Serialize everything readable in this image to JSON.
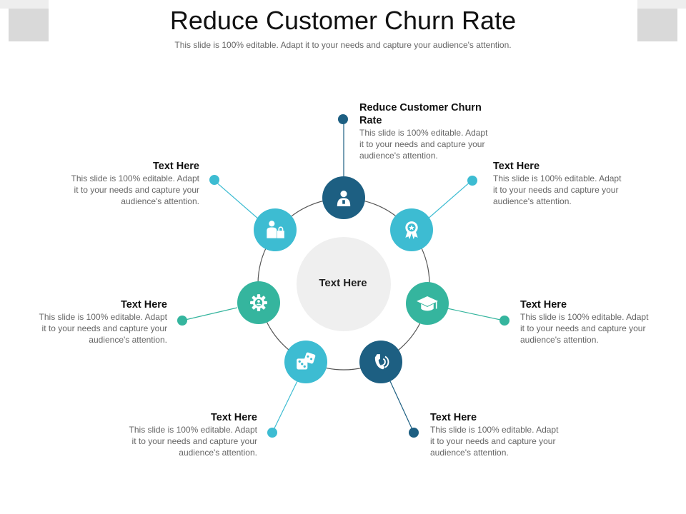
{
  "header": {
    "title": "Reduce Customer Churn Rate",
    "subtitle": "This slide is 100% editable. Adapt it to your needs and capture your audience's attention."
  },
  "center_label": "Text Here",
  "colors": {
    "dark": "#1d5f82",
    "light": "#3dbcd2",
    "teal": "#35b59e",
    "ring": "#555555",
    "center": "#efefef"
  },
  "nodes": [
    {
      "icon": "user-id-badge-icon",
      "color": "dark"
    },
    {
      "icon": "award-ribbon-icon",
      "color": "light"
    },
    {
      "icon": "graduation-cap-icon",
      "color": "teal"
    },
    {
      "icon": "phone-icon",
      "color": "dark"
    },
    {
      "icon": "dice-icon",
      "color": "light"
    },
    {
      "icon": "gear-icon",
      "color": "teal"
    },
    {
      "icon": "shopper-bag-icon",
      "color": "light"
    }
  ],
  "blocks": [
    {
      "heading": "Reduce Customer Churn Rate",
      "line1": "This slide is 100% editable. Adapt",
      "line2": "it to your needs and capture your",
      "line3": "audience's attention."
    },
    {
      "heading": "Text Here",
      "line1": "This slide is 100% editable. Adapt",
      "line2": "it to your needs and capture your",
      "line3": "audience's attention."
    },
    {
      "heading": "Text Here",
      "line1": "This slide is 100% editable. Adapt",
      "line2": "it to your needs and capture your",
      "line3": "audience's attention."
    },
    {
      "heading": "Text Here",
      "line1": "This slide is 100% editable. Adapt",
      "line2": "it to your needs and capture your",
      "line3": "audience's attention."
    },
    {
      "heading": "Text Here",
      "line1": "This slide is 100% editable. Adapt",
      "line2": "it to your needs and capture your",
      "line3": "audience's attention."
    },
    {
      "heading": "Text Here",
      "line1": "This slide is 100% editable. Adapt",
      "line2": "it to your needs and capture your",
      "line3": "audience's attention."
    },
    {
      "heading": "Text Here",
      "line1": "This slide is 100% editable. Adapt",
      "line2": "it to your needs and capture your",
      "line3": "audience's attention."
    }
  ]
}
